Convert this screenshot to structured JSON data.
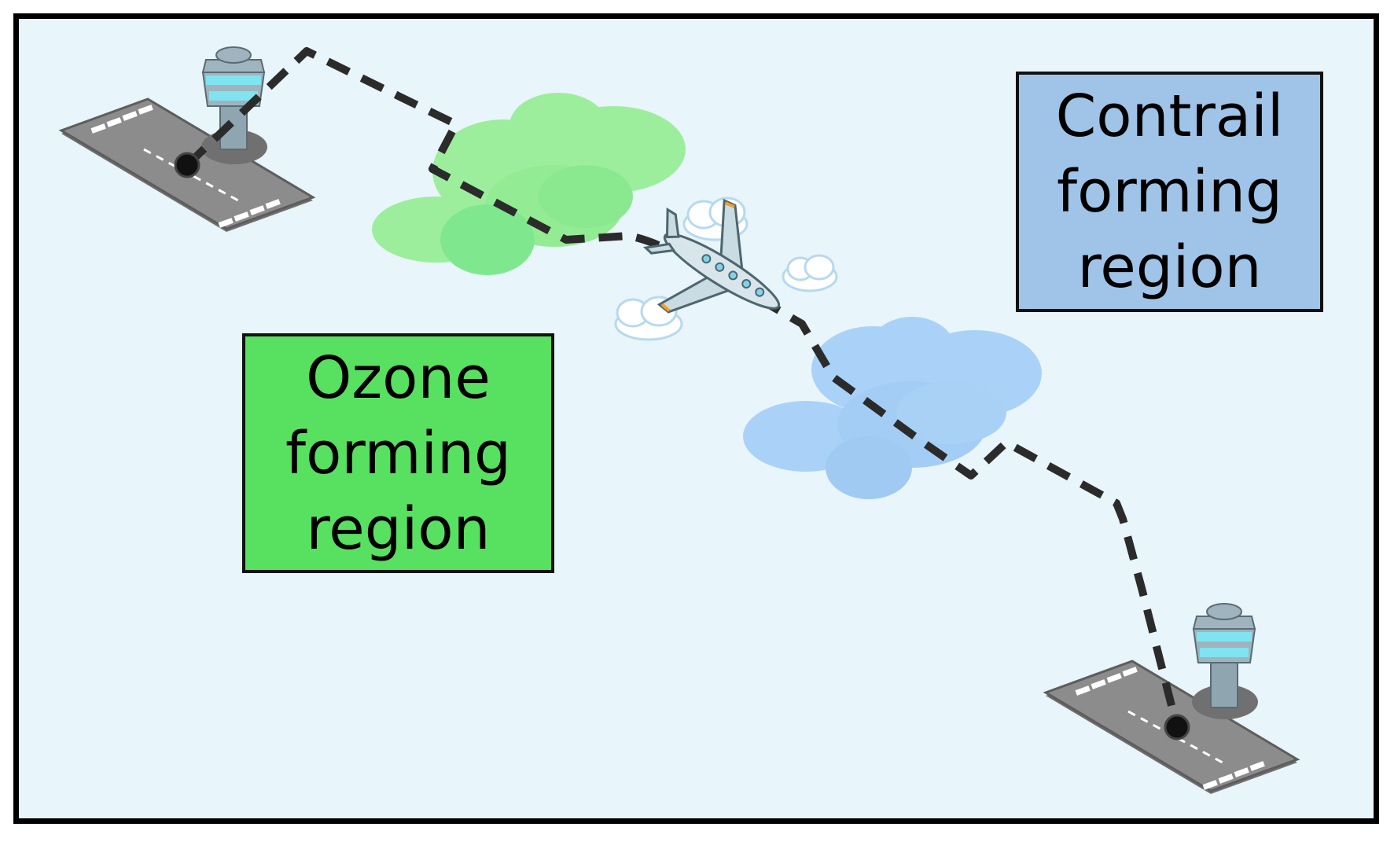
{
  "diagram": {
    "labels": {
      "ozone": {
        "lines": [
          "Ozone",
          "forming",
          "region"
        ],
        "fill_color": "#58e060"
      },
      "contrail": {
        "lines": [
          "Contrail",
          "forming",
          "region"
        ],
        "fill_color": "#a0c4e8"
      }
    },
    "colors": {
      "background": "#e8f5fa",
      "border": "#000000",
      "ozone_cloud": "#8ee88e",
      "contrail_cloud": "#a9d0f5",
      "flight_path": "#2b2b2b",
      "runway": "#8c8c8c"
    },
    "icons": {
      "departure_airport": "airport-tower-runway-icon",
      "arrival_airport": "airport-tower-runway-icon",
      "aircraft": "airplane-icon",
      "ozone_cloud": "cloud-icon",
      "contrail_cloud": "cloud-icon",
      "small_clouds": "small-cloud-icon",
      "route": "dashed-flight-path"
    }
  }
}
